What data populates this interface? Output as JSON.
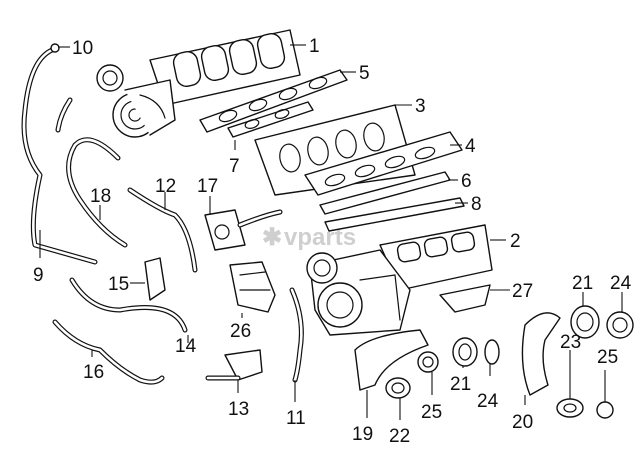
{
  "watermark": {
    "glyph": "✱",
    "text": "vparts"
  },
  "callouts": [
    "1",
    "2",
    "3",
    "4",
    "5",
    "6",
    "7",
    "8",
    "9",
    "10",
    "11",
    "12",
    "13",
    "14",
    "15",
    "16",
    "17",
    "18",
    "19",
    "20",
    "21",
    "21",
    "22",
    "23",
    "24",
    "24",
    "25",
    "25",
    "26",
    "27"
  ]
}
